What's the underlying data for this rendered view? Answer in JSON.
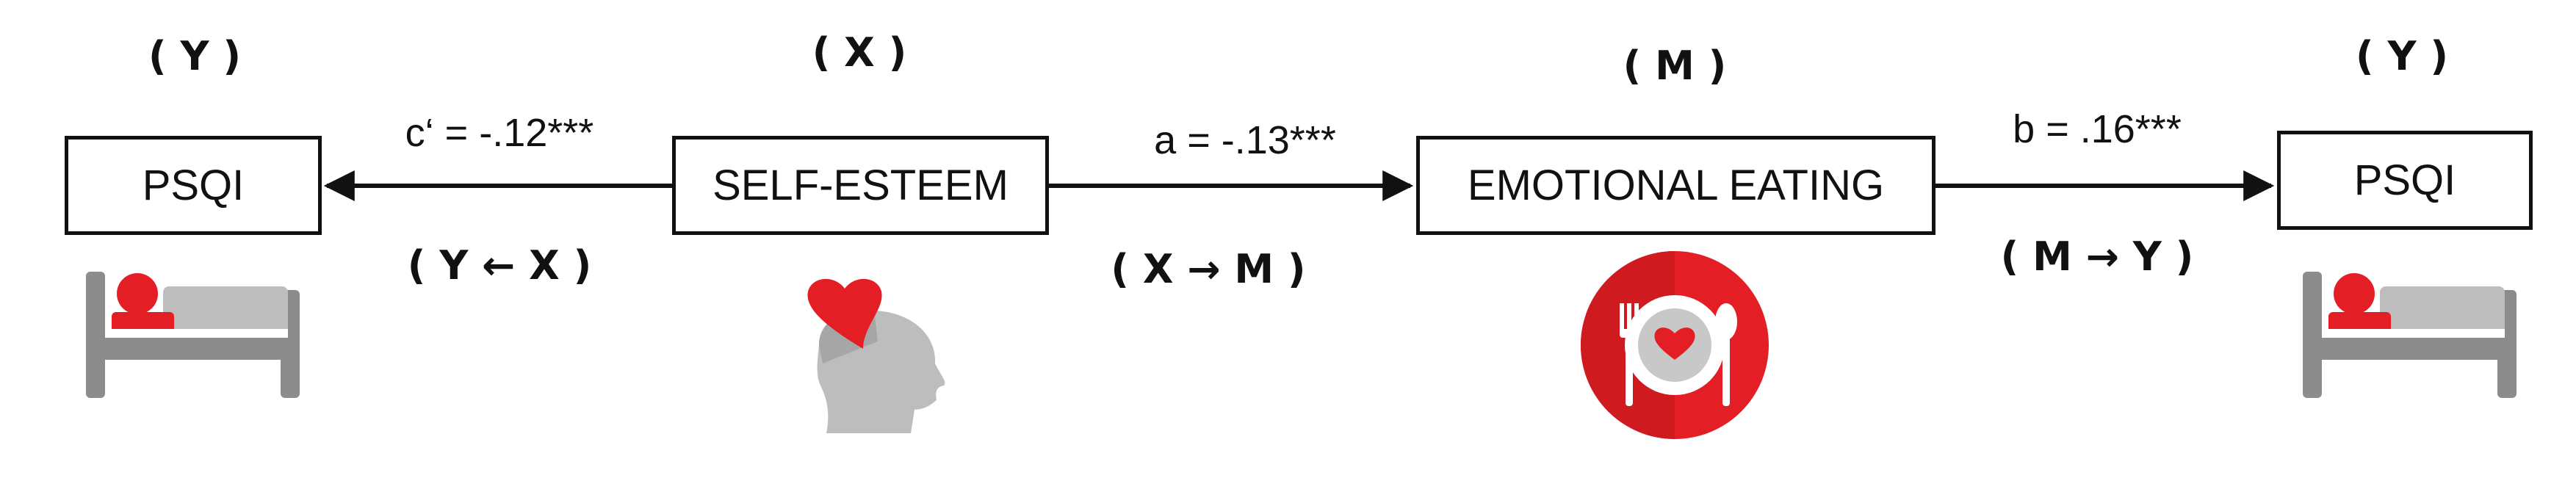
{
  "nodes": {
    "psqi_left": {
      "role": "( Y )",
      "label": "PSQI"
    },
    "self_esteem": {
      "role": "( X )",
      "label": "SELF-ESTEEM"
    },
    "emotional_eating": {
      "role": "( M )",
      "label": "EMOTIONAL EATING"
    },
    "psqi_right": {
      "role": "( Y )",
      "label": "PSQI"
    }
  },
  "paths": {
    "c_prime": {
      "coefficient": "c‘ = -.12***",
      "direction": "( Y ← X )"
    },
    "a": {
      "coefficient": "a = -.13***",
      "direction": "( X → M )"
    },
    "b": {
      "coefficient": "b = .16***",
      "direction": "( M → Y )"
    }
  },
  "icons": {
    "psqi_left": "bed-icon",
    "self_esteem": "head-heart-icon",
    "emotional_eating": "plate-heart-icon",
    "psqi_right": "bed-icon"
  },
  "colors": {
    "accent": "#e31e24",
    "accent_dark": "#b3161b",
    "gray": "#8c8c8c",
    "light_gray": "#bdbdbd",
    "line": "#111111"
  }
}
